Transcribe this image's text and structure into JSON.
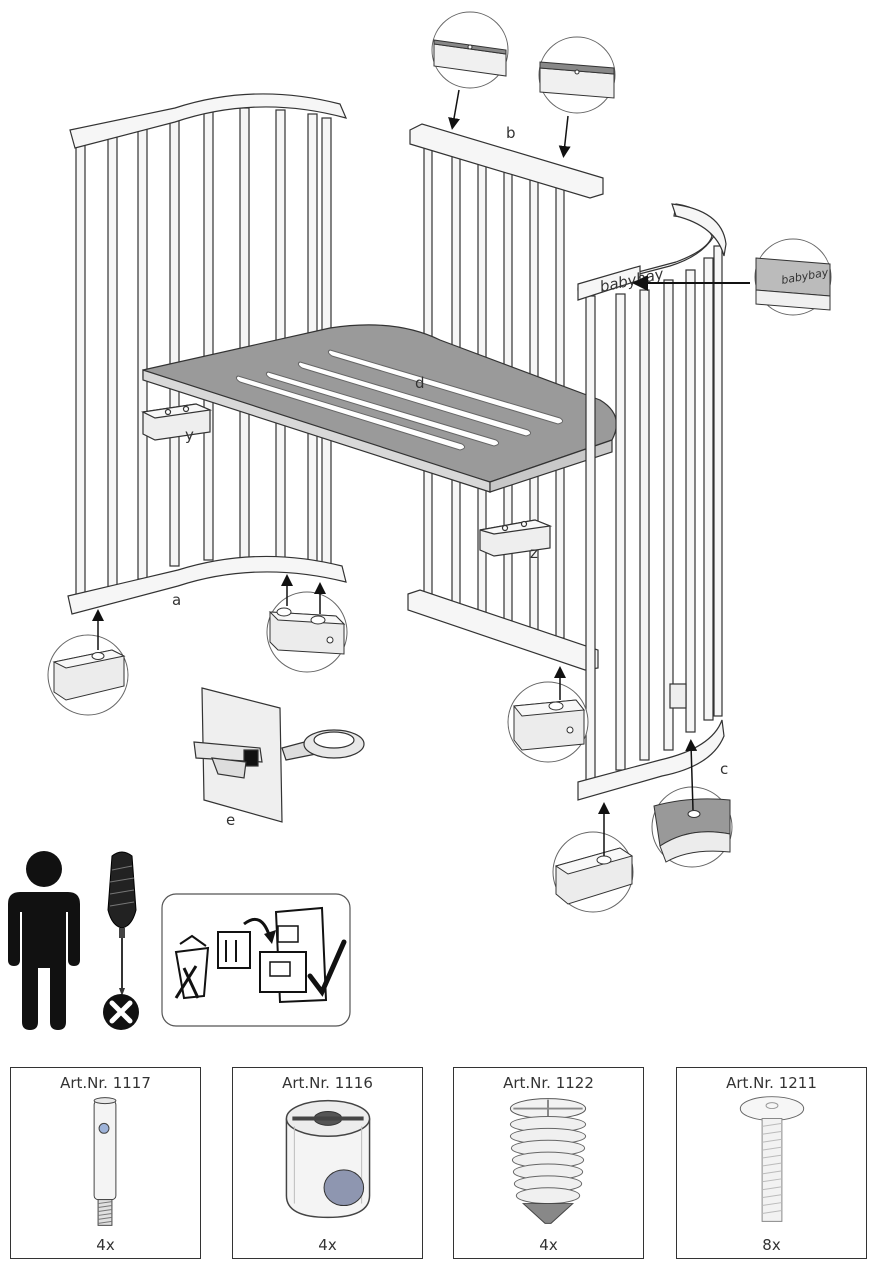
{
  "labels": {
    "a": "a",
    "b": "b",
    "c": "c",
    "d": "d",
    "e": "e",
    "y": "y",
    "z": "z"
  },
  "brand": {
    "logo_text": "babybay"
  },
  "icons": {
    "person": "person-icon",
    "screwdriver": "screwdriver-icon",
    "not_included": "x-circle-icon",
    "keep_manual": "file-cabinet-checkmark-icon"
  },
  "parts": [
    {
      "art": "Art.Nr. 1117",
      "qty": "4x",
      "icon": "bolt-pin-icon"
    },
    {
      "art": "Art.Nr. 1116",
      "qty": "4x",
      "icon": "barrel-nut-icon"
    },
    {
      "art": "Art.Nr. 1122",
      "qty": "4x",
      "icon": "threaded-insert-icon"
    },
    {
      "art": "Art.Nr. 1211",
      "qty": "8x",
      "icon": "screw-icon"
    }
  ],
  "colors": {
    "line": "#333333",
    "wood": "#f6f6f6",
    "board": "#999999",
    "dark": "#111111"
  }
}
